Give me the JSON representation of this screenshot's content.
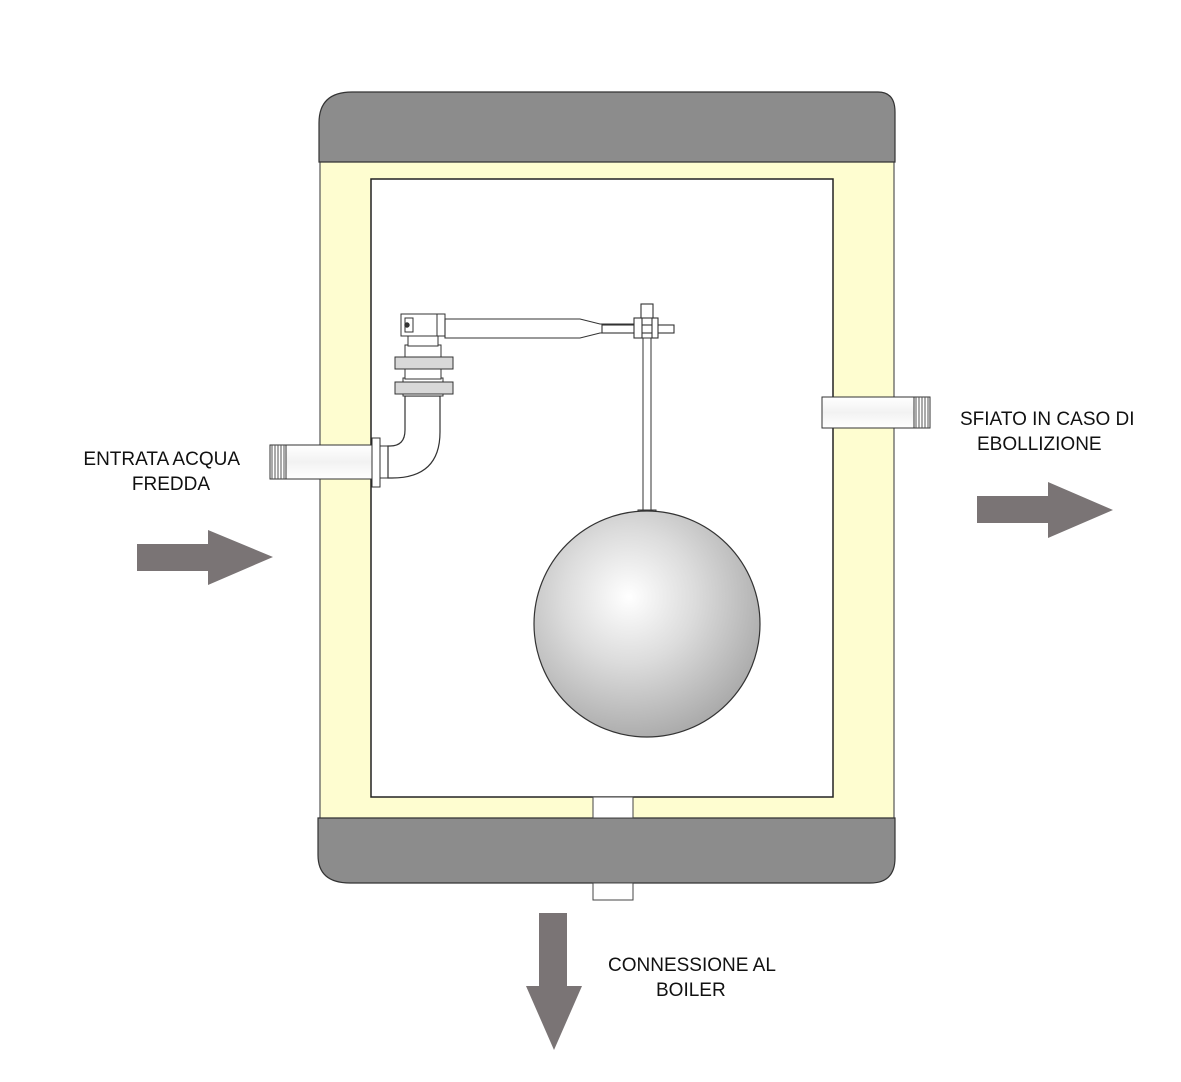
{
  "labels": {
    "inlet": {
      "line1": "ENTRATA ACQUA",
      "line2": "FREDDA"
    },
    "vent": {
      "line1": "SFIATO IN CASO DI",
      "line2": "EBOLLIZIONE"
    },
    "outlet": {
      "line1": "CONNESSIONE AL",
      "line2": "BOILER"
    }
  },
  "colors": {
    "caps": "#8c8c8c",
    "insulation": "#fefdd0",
    "arrow": "#7a7475",
    "outline": "#222222",
    "interior": "#ffffff"
  }
}
